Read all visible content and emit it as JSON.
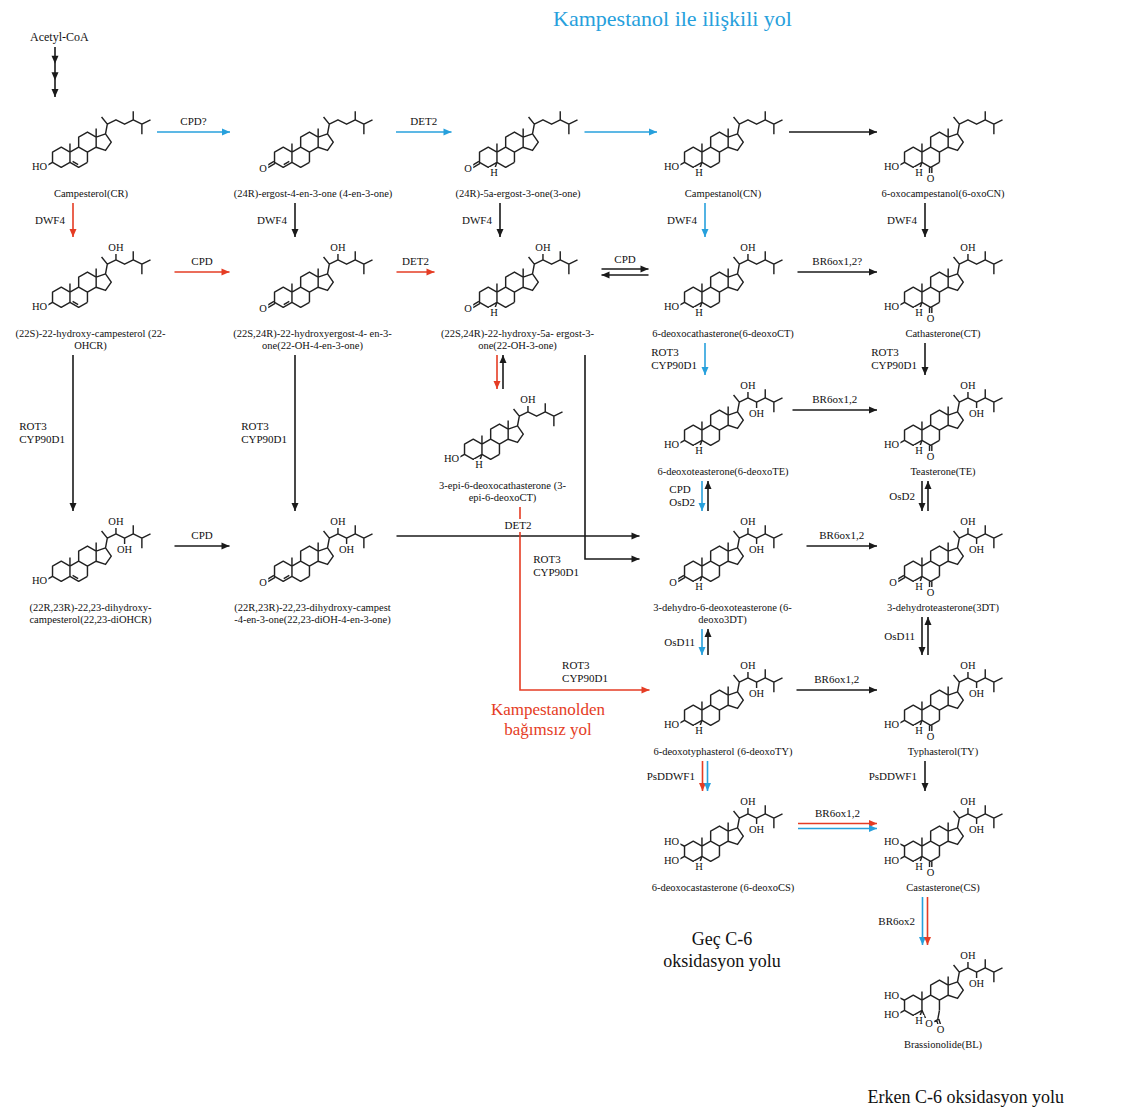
{
  "diagram": {
    "nodes": [
      {
        "text": [
          "Acetyl-CoA"
        ]
      },
      {
        "text": [
          "HO",
          "Campesterol(CR)"
        ]
      },
      {
        "text": [
          "O",
          "(24R)-ergost-4-en-3-one (4-en-3-one)"
        ]
      },
      {
        "text": [
          "O",
          "H",
          "(24R)-5a-ergost-3-one(3-one)"
        ]
      },
      {
        "text": [
          "HO",
          "H",
          "Campestanol(CN)"
        ]
      },
      {
        "text": [
          "HO",
          "H",
          "O",
          "6-oxocampestanol(6-oxoCN)"
        ]
      },
      {
        "text": [
          "OH",
          "HO",
          "(22S)-22-hydroxy-campesterol (22-OHCR)"
        ]
      },
      {
        "text": [
          "OH",
          "O",
          "(22S,24R)-22-hydroxyergost-4- en-3-one(22-OH-4-en-3-one)"
        ]
      },
      {
        "text": [
          "OH",
          "O",
          "H",
          "(22S,24R)-22-hydroxy-5a- ergost-3-one(22-OH-3-one)"
        ]
      },
      {
        "text": [
          "OH",
          "HO",
          "H",
          "6-deoxocathasterone(6-deoxoCT)"
        ]
      },
      {
        "text": [
          "OH",
          "HO",
          "H",
          "O",
          "Cathasterone(CT)"
        ]
      },
      {
        "text": [
          "OH",
          "HO",
          "H",
          "3-epi-6-deoxocathasterone (3-epi-6-deoxoCT)"
        ]
      },
      {
        "text": [
          "OH",
          "OH",
          "HO",
          "H",
          "6-deoxoteasterone(6-deoxoTE)"
        ]
      },
      {
        "text": [
          "OH",
          "OH",
          "HO",
          "H",
          "O",
          "Teasterone(TE)"
        ]
      },
      {
        "text": [
          "OH",
          "OH",
          "HO",
          "(22R,23R)-22,23-dihydroxy- campesterol(22,23-diOHCR)"
        ]
      },
      {
        "text": [
          "OH",
          "OH",
          "O",
          "(22R,23R)-22,23-dihydroxy-campest -4-en-3-one(22,23-diOH-4-en-3-one)"
        ]
      },
      {
        "text": [
          "OH",
          "OH",
          "O",
          "H",
          "3-dehydro-6-deoxoteasterone (6-deoxo3DT)"
        ]
      },
      {
        "text": [
          "OH",
          "OH",
          "O",
          "H",
          "O",
          "3-dehydroteasterone(3DT)"
        ]
      },
      {
        "text": [
          "OH",
          "OH",
          "HO",
          "H",
          "6-deoxotyphasterol (6-deoxoTY)"
        ]
      },
      {
        "text": [
          "OH",
          "OH",
          "HO",
          "H",
          "O",
          "Typhasterol(TY)"
        ]
      },
      {
        "text": [
          "OH",
          "OH",
          "HO",
          "HO",
          "H",
          "6-deoxocastasterone (6-deoxoCS)"
        ]
      },
      {
        "text": [
          "OH",
          "OH",
          "HO",
          "HO",
          "H",
          "O",
          "Castasterone(CS)"
        ]
      },
      {
        "text": [
          "OH",
          "OH",
          "HO",
          "HO",
          "H",
          "O",
          "O",
          "Brassionolide(BL)"
        ]
      }
    ],
    "edges": [
      {
        "from": 0,
        "to": 1,
        "arrow": "to"
      },
      {
        "from": 1,
        "to": 2,
        "label": "CPD?",
        "arrow": "to"
      },
      {
        "from": 2,
        "to": 3,
        "label": "DET2",
        "arrow": "to"
      },
      {
        "from": 3,
        "to": 4,
        "arrow": "to"
      },
      {
        "from": 4,
        "to": 5,
        "arrow": "to"
      },
      {
        "from": 1,
        "to": 6,
        "label": "DWF4",
        "arrow": "to"
      },
      {
        "from": 2,
        "to": 7,
        "label": "DWF4",
        "arrow": "to"
      },
      {
        "from": 3,
        "to": 8,
        "label": "DWF4",
        "arrow": "to"
      },
      {
        "from": 4,
        "to": 9,
        "label": "DWF4",
        "arrow": "to"
      },
      {
        "from": 5,
        "to": 10,
        "label": "DWF4",
        "arrow": "to"
      },
      {
        "from": 6,
        "to": 7,
        "label": "CPD",
        "arrow": "to"
      },
      {
        "from": 7,
        "to": 8,
        "label": "DET2",
        "arrow": "to"
      },
      {
        "from": 8,
        "to": 9,
        "label": "CPD",
        "arrow": "both"
      },
      {
        "from": 9,
        "to": 10,
        "label": "BR6ox1,2?",
        "arrow": "to"
      },
      {
        "from": 6,
        "to": 14,
        "label": "ROT3 CYP90D1",
        "arrow": "to"
      },
      {
        "from": 7,
        "to": 15,
        "label": "ROT3 CYP90D1",
        "arrow": "to"
      },
      {
        "from": 8,
        "to": 11,
        "arrow": "both"
      },
      {
        "from": 9,
        "to": 12,
        "label": "ROT3 CYP90D1",
        "arrow": "to"
      },
      {
        "from": 10,
        "to": 13,
        "label": "ROT3 CYP90D1",
        "arrow": "to"
      },
      {
        "from": 12,
        "to": 13,
        "label": "BR6ox1,2",
        "arrow": "to"
      },
      {
        "from": 14,
        "to": 15,
        "label": "CPD",
        "arrow": "to"
      },
      {
        "from": 15,
        "to": 16,
        "label": "DET2",
        "arrow": "to"
      },
      {
        "from": 8,
        "to": 16,
        "label": "ROT3 CYP90D1",
        "arrow": "to"
      },
      {
        "from": 12,
        "to": 16,
        "label": "CPD OsD2",
        "arrow": "both"
      },
      {
        "from": 13,
        "to": 17,
        "label": "OsD2",
        "arrow": "both"
      },
      {
        "from": 16,
        "to": 17,
        "label": "BR6ox1,2",
        "arrow": "to"
      },
      {
        "from": 11,
        "to": 18,
        "label": "ROT3 CYP90D1",
        "arrow": "to"
      },
      {
        "from": 16,
        "to": 18,
        "label": "OsD11",
        "arrow": "both"
      },
      {
        "from": 17,
        "to": 19,
        "label": "OsD11",
        "arrow": "both"
      },
      {
        "from": 18,
        "to": 19,
        "label": "BR6ox1,2",
        "arrow": "to"
      },
      {
        "from": 18,
        "to": 20,
        "label": "PsDDWF1",
        "arrow": "to"
      },
      {
        "from": 19,
        "to": 21,
        "label": "PsDDWF1",
        "arrow": "to"
      },
      {
        "from": 20,
        "to": 21,
        "label": "BR6ox1,2",
        "arrow": "to"
      },
      {
        "from": 21,
        "to": 22,
        "label": "BR6ox2",
        "arrow": "to"
      }
    ],
    "labels": [
      "Kampestanol ile ilişkili yol",
      "Kampestanolden bağımsız yol",
      "Geç C-6 oksidasyon yolu",
      "Erken C-6 oksidasyon yolu"
    ]
  }
}
